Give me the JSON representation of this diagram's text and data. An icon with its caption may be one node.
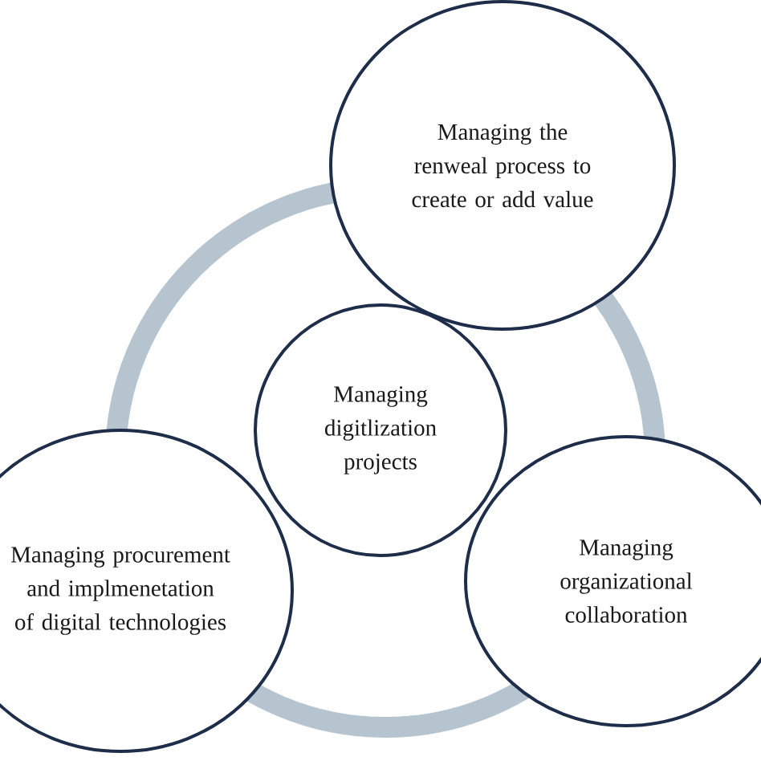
{
  "diagram": {
    "nodes": [
      {
        "text": [
          "Managing the renweal process to create or add value"
        ]
      },
      {
        "text": [
          "Managing digitlization projects"
        ]
      },
      {
        "text": [
          "Managing procurement and implmenetation of digital technologies"
        ]
      },
      {
        "text": [
          "Managing organizational collaboration"
        ]
      }
    ]
  }
}
